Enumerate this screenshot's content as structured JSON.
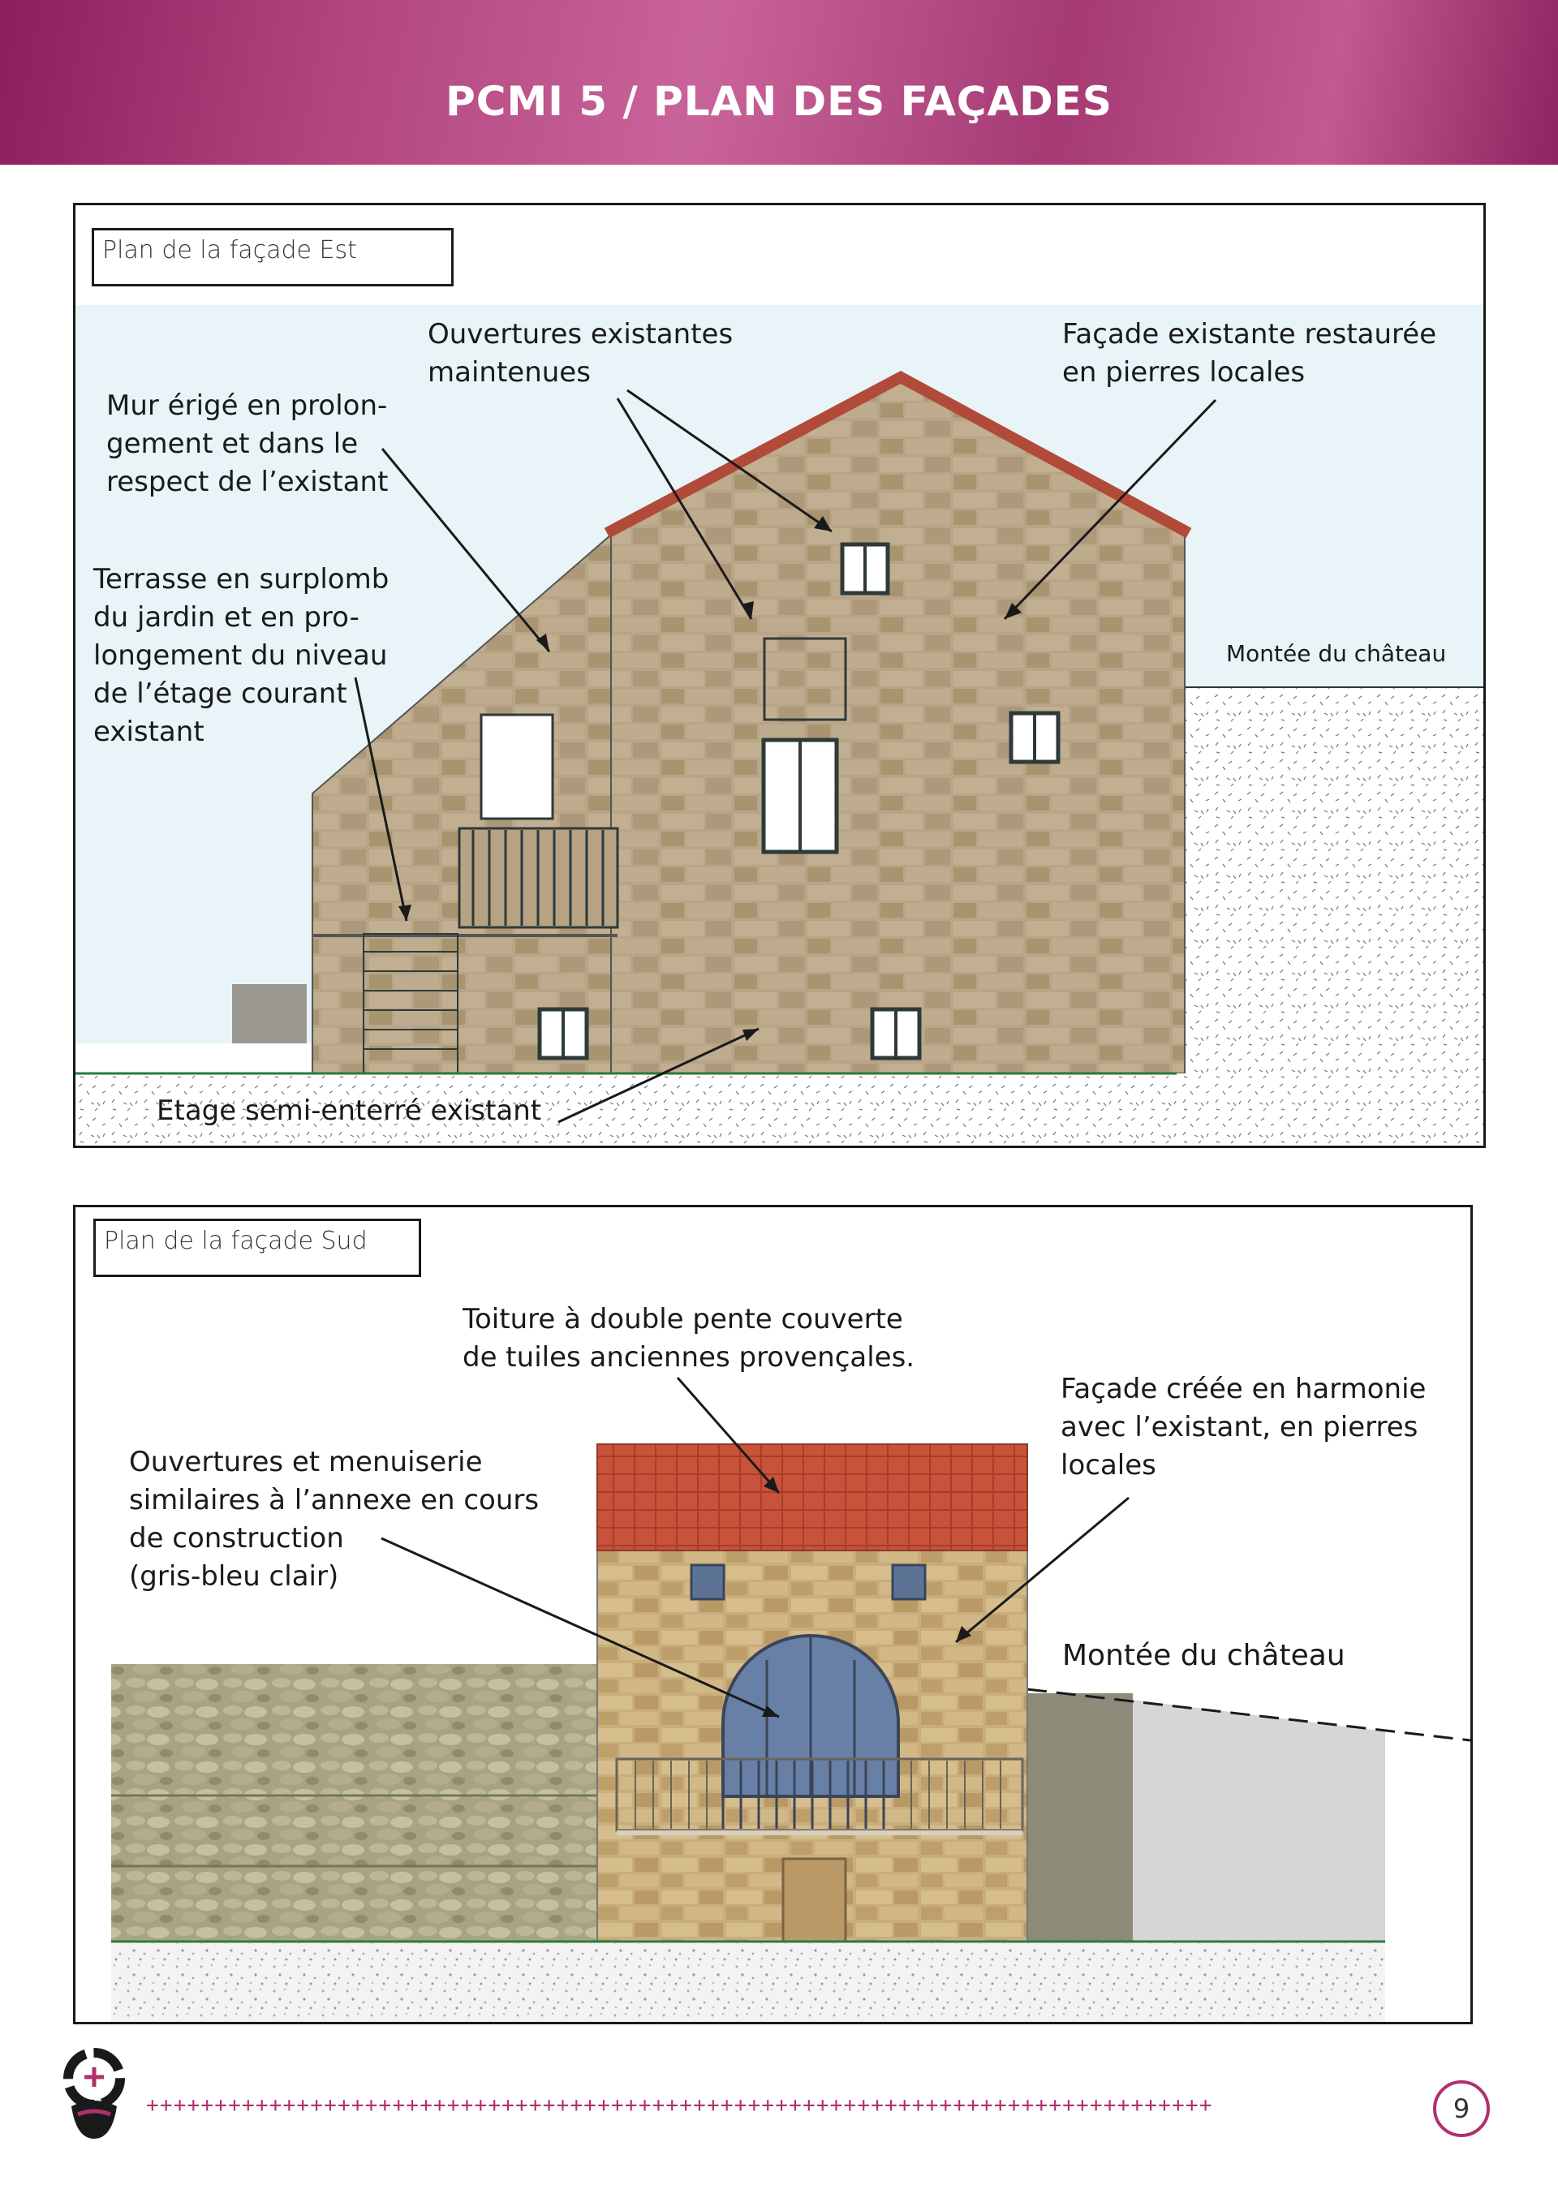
{
  "header": {
    "title": "PCMI 5 / PLAN DES FAÇADES"
  },
  "est": {
    "label": "Plan de la façade Est",
    "annotations": {
      "ouvertures": "Ouvertures existantes\nmaintenues",
      "facade": "Façade existante restaurée\nen pierres locales",
      "mur": "Mur érigé en prolon-\ngement et dans le\nrespect de l’existant",
      "terrasse": "Terrasse en surplomb\ndu jardin et en pro-\nlongement du niveau\nde l’étage courant\nexistant",
      "etage": "Etage semi-enterré existant"
    },
    "road_label": "Montée du château"
  },
  "sud": {
    "label": "Plan de la façade Sud",
    "annotations": {
      "toiture": "Toiture à double pente couverte\nde tuiles anciennes provençales.",
      "facade": "Façade créée en harmonie\navec l’existant, en pierres\nlocales",
      "ouvertures": "Ouvertures et menuiserie\nsimilaires à l’annexe en cours\nde construction\n(gris-bleu clair)"
    },
    "road_label": "Montée du château"
  },
  "footer": {
    "decoration": "++++++++++++++++++++++++++++++++++++++++++++++++++++++++++++++++++++++++++++++",
    "page_number": "9"
  },
  "colors": {
    "brand": "#a53a74",
    "sky": "#e8f4f7",
    "stone": "#b5a184",
    "roof": "#c24a2c",
    "window_frame": "#2e3a3a"
  }
}
